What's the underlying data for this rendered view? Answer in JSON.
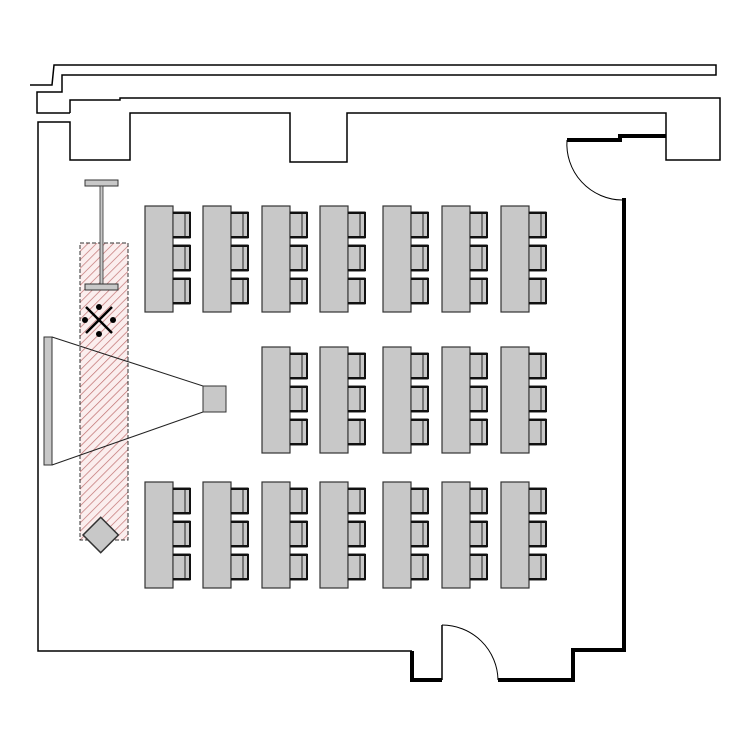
{
  "floor_plan": {
    "rows": [
      {
        "desks": 7,
        "chairs_per_desk": 3
      },
      {
        "desks": 5,
        "chairs_per_desk": 3
      },
      {
        "desks": 7,
        "chairs_per_desk": 3
      }
    ],
    "colors": {
      "wall": "#000000",
      "furniture_fill": "#c8c8c8",
      "furniture_stroke": "#333333",
      "stage_hatch": "#c07070",
      "stage_fill": "#fbeeee"
    }
  }
}
